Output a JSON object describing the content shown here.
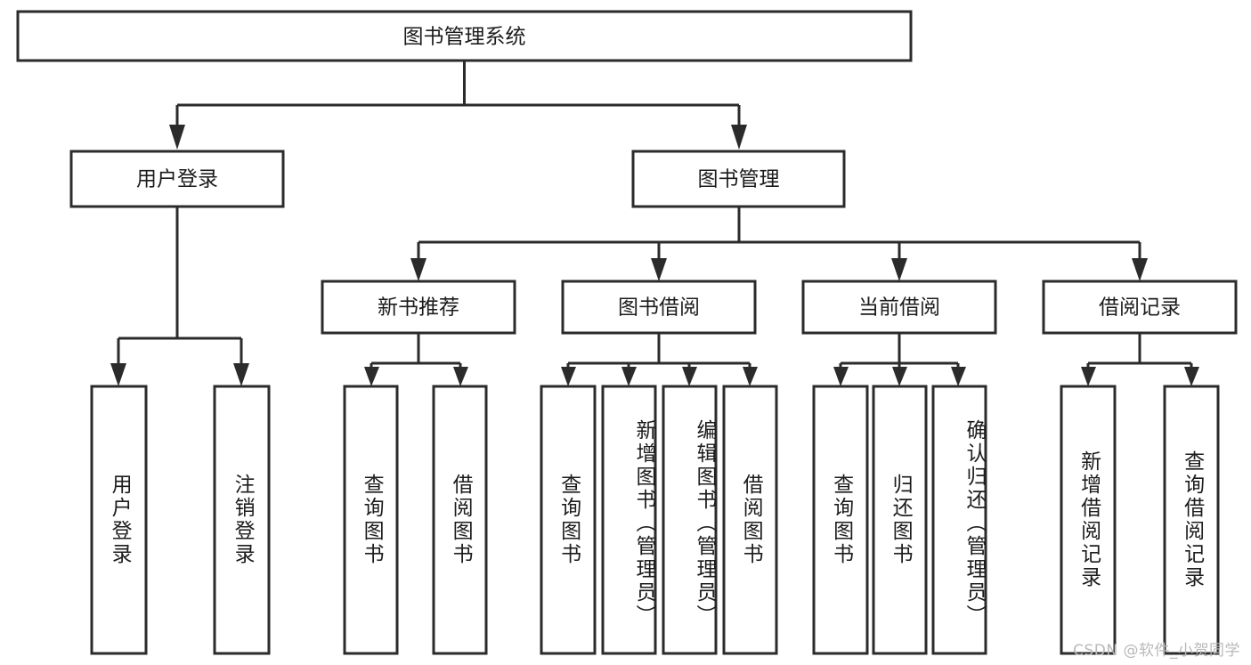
{
  "diagram": {
    "type": "tree-hierarchy",
    "title": "图书管理系统",
    "root": {
      "label": "图书管理系统",
      "level": 1
    },
    "level2": [
      {
        "label": "用户登录"
      },
      {
        "label": "图书管理"
      }
    ],
    "level3": [
      {
        "label": "新书推荐"
      },
      {
        "label": "图书借阅"
      },
      {
        "label": "当前借阅"
      },
      {
        "label": "借阅记录"
      }
    ],
    "leaves": {
      "user_login": [
        {
          "label": "用户登录"
        },
        {
          "label": "注销登录"
        }
      ],
      "new_book_recommend": [
        {
          "label": "查询图书"
        },
        {
          "label": "借阅图书"
        }
      ],
      "book_borrow": [
        {
          "label": "查询图书"
        },
        {
          "label": "新增图书（管理员）"
        },
        {
          "label": "编辑图书（管理员）"
        },
        {
          "label": "借阅图书"
        }
      ],
      "current_borrow": [
        {
          "label": "查询图书"
        },
        {
          "label": "归还图书"
        },
        {
          "label": "确认归还（管理员）"
        }
      ],
      "borrow_record": [
        {
          "label": "新增借阅记录"
        },
        {
          "label": "查询借阅记录"
        }
      ]
    }
  },
  "watermark": {
    "text": "CSDN @软件_小贺同学"
  },
  "colors": {
    "stroke": "#2b2b2b",
    "box_fill": "#ffffff",
    "text": "#1c1c1c",
    "background": "#ffffff",
    "watermark": "#b9b9b9"
  }
}
